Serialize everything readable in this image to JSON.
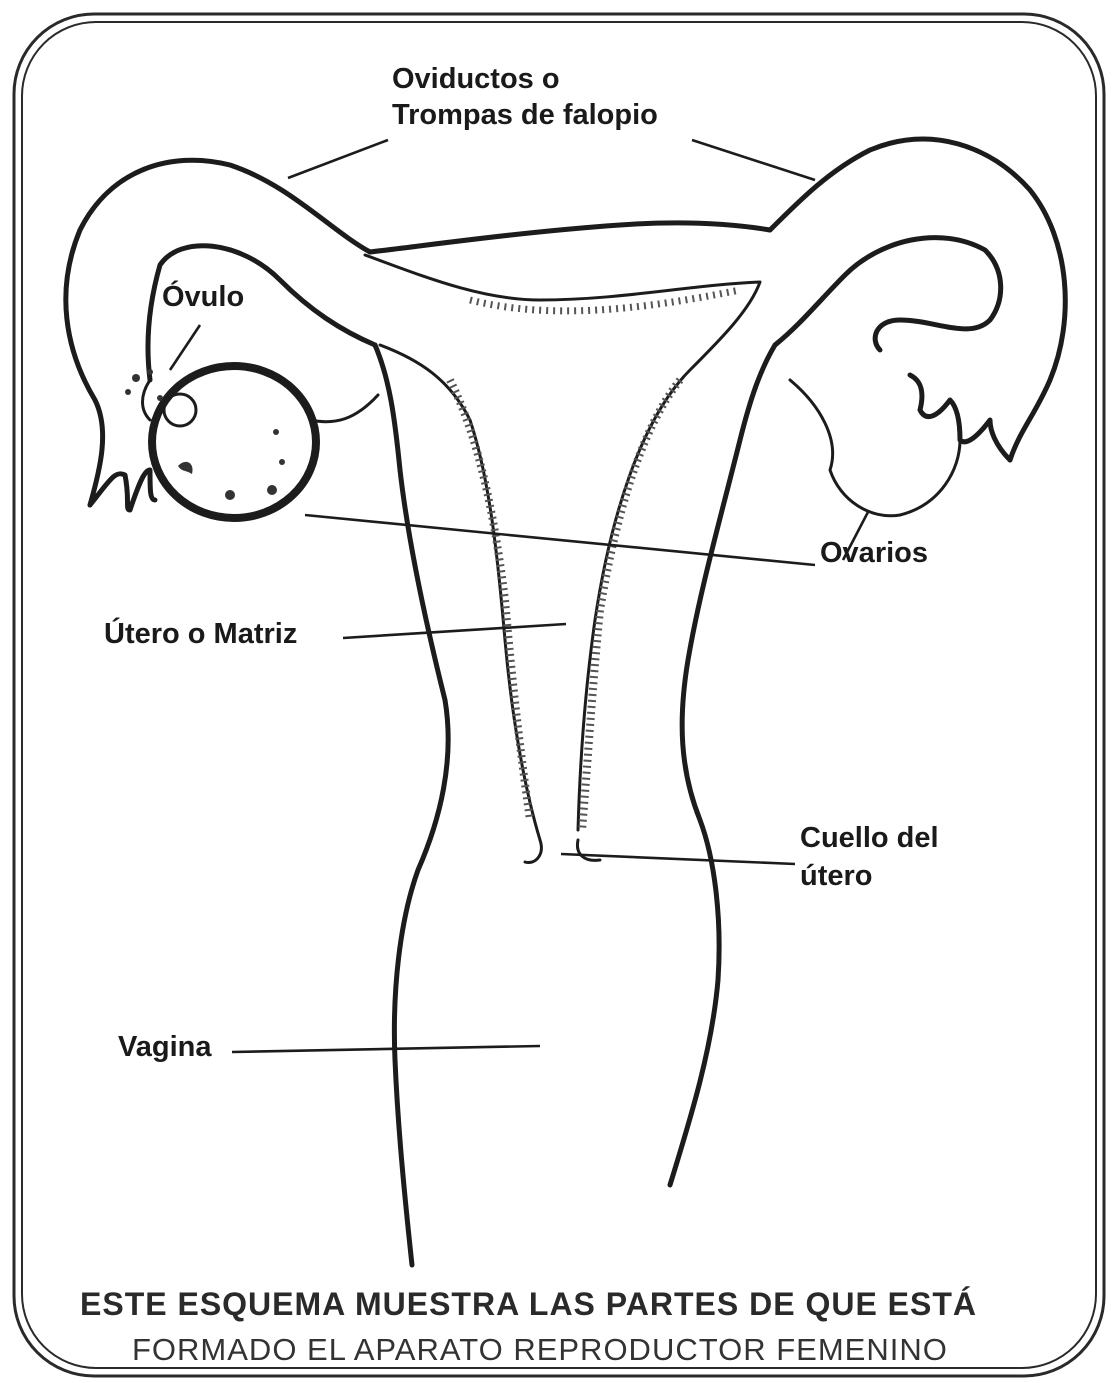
{
  "labels": {
    "oviductos_line1": "Oviductos o",
    "oviductos_line2": "Trompas de falopio",
    "ovulo": "Óvulo",
    "ovarios": "Ovarios",
    "utero": "Útero o Matriz",
    "cuello_line1": "Cuello del",
    "cuello_line2": "útero",
    "vagina": "Vagina"
  },
  "caption": {
    "line1": "ESTE ESQUEMA MUESTRA LAS PARTES DE QUE ESTÁ",
    "line2": "FORMADO EL APARATO REPRODUCTOR FEMENINO"
  },
  "colors": {
    "ink": "#1c1c1c",
    "paper": "#ffffff"
  }
}
